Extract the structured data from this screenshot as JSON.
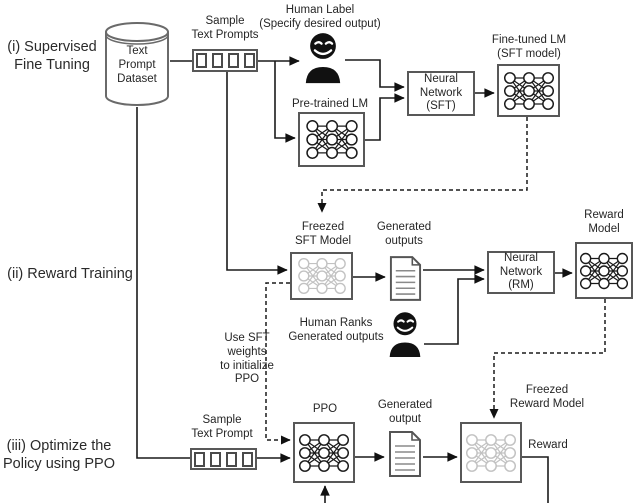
{
  "diagram_title": "RLHF three-stage training pipeline",
  "colors": {
    "line": "#1a1a1a",
    "box_border": "#585858",
    "network_dark": "#1a1a1a",
    "network_frozen": "#c2c2c2",
    "text": "#262626",
    "background": "#ffffff"
  },
  "sections": {
    "sft": {
      "label": "(i) Supervised\nFine Tuning"
    },
    "reward": {
      "label": "(ii) Reward Training"
    },
    "ppo": {
      "label": "(iii) Optimize the\nPolicy using PPO"
    }
  },
  "nodes": {
    "dataset": {
      "label": "Text\nPrompt\nDataset"
    },
    "sample_prompts_1": {
      "label": "Sample\nText Prompts"
    },
    "human_label": {
      "label": "Human Label\n(Specify desired output)"
    },
    "pretrained_lm": {
      "label": "Pre-trained LM"
    },
    "nn_sft": {
      "label": "Neural\nNetwork\n(SFT)"
    },
    "finetuned_lm": {
      "label": "Fine-tuned LM\n(SFT model)"
    },
    "freezed_sft": {
      "label": "Freezed\nSFT Model"
    },
    "generated_outputs": {
      "label": "Generated\noutputs"
    },
    "nn_rm": {
      "label": "Neural\nNetwork\n(RM)"
    },
    "reward_model": {
      "label": "Reward\nModel"
    },
    "human_ranks": {
      "label": "Human Ranks\nGenerated outputs"
    },
    "use_sft_weights": {
      "label": "Use SFT\nweights\nto initialize\nPPO"
    },
    "sample_prompt_2": {
      "label": "Sample\nText Prompt"
    },
    "ppo": {
      "label": "PPO"
    },
    "generated_output": {
      "label": "Generated\noutput"
    },
    "freezed_reward_model": {
      "label": "Freezed\nReward Model"
    },
    "reward": {
      "label": "Reward"
    }
  }
}
